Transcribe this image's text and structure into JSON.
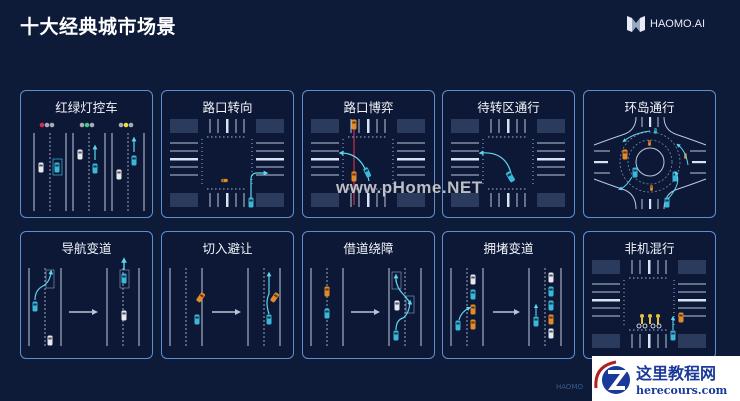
{
  "header": {
    "title": "十大经典城市场景",
    "logo_text": "HAOMO.AI"
  },
  "cards": [
    {
      "title": "红绿灯控车"
    },
    {
      "title": "路口转向"
    },
    {
      "title": "路口博弈"
    },
    {
      "title": "待转区通行"
    },
    {
      "title": "环岛通行"
    },
    {
      "title": "导航变道"
    },
    {
      "title": "切入避让"
    },
    {
      "title": "借道绕障"
    },
    {
      "title": "拥堵变道"
    },
    {
      "title": "非机混行"
    }
  ],
  "watermarks": {
    "phome": "www.pHome.NET",
    "site_cn": "这里教程网",
    "site_url": "herecours.com",
    "footer_logo": "HAOMO"
  },
  "colors": {
    "background": "#0d1a38",
    "card_border": "#5d8fd0",
    "ego_car": "#3bb8d8",
    "other_car": "#e6e9f0",
    "obstacle_car": "#e08a2c",
    "red_path": "#d0304a"
  }
}
